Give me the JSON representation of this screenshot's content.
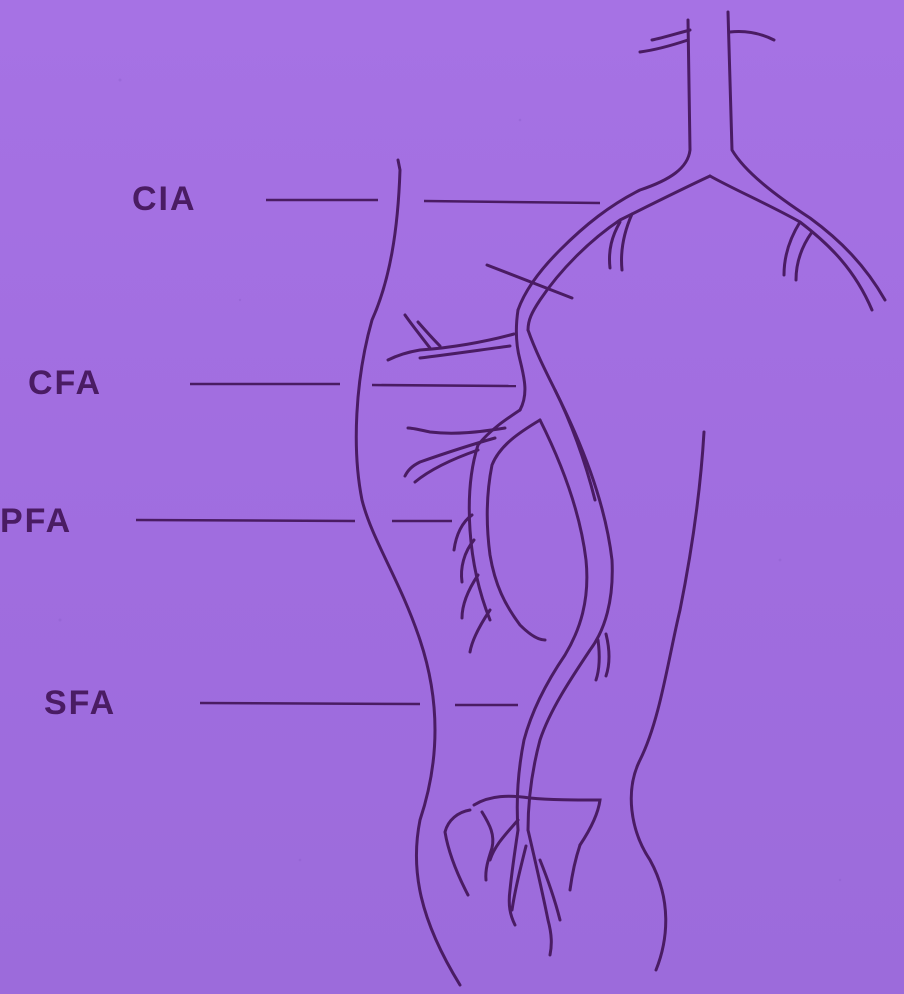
{
  "diagram": {
    "labels": {
      "cia": "CIA",
      "cfa": "CFA",
      "pfa": "PFA",
      "sfa": "SFA"
    },
    "colors": {
      "background": "#a16fe0",
      "ink": "#4a1c63"
    }
  }
}
